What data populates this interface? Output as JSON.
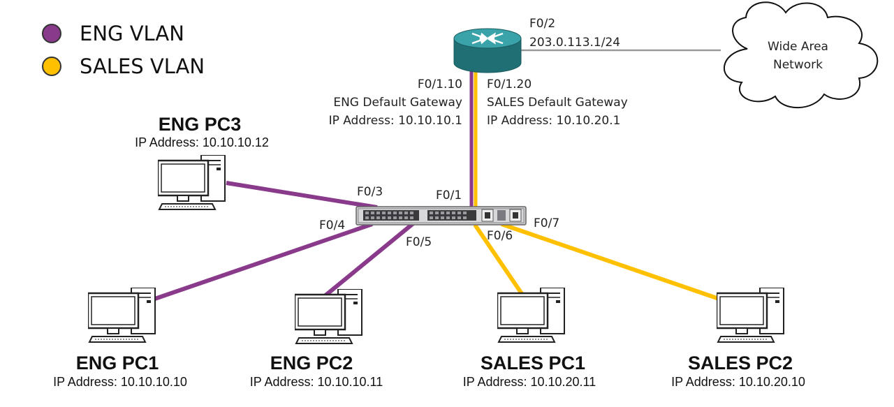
{
  "legend": {
    "items": [
      {
        "label": "ENG VLAN",
        "color": "#8a3a8a"
      },
      {
        "label": "SALES VLAN",
        "color": "#ffc000"
      }
    ]
  },
  "router": {
    "wan_port": "F0/2",
    "wan_ip": "203.0.113.1/24",
    "eng_subif": "F0/1.10",
    "eng_gateway": "ENG Default Gateway",
    "eng_ip": "IP Address: 10.10.10.1",
    "sales_subif": "F0/1.20",
    "sales_gateway": "SALES Default Gateway",
    "sales_ip": "IP Address: 10.10.20.1"
  },
  "wan": {
    "line1": "Wide Area",
    "line2": "Network"
  },
  "switch": {
    "ports": {
      "f01": "F0/1",
      "f03": "F0/3",
      "f04": "F0/4",
      "f05": "F0/5",
      "f06": "F0/6",
      "f07": "F0/7"
    }
  },
  "pcs": {
    "eng_pc3": {
      "name": "ENG PC3",
      "ip": "IP Address: 10.10.10.12"
    },
    "eng_pc1": {
      "name": "ENG PC1",
      "ip": "IP Address: 10.10.10.10"
    },
    "eng_pc2": {
      "name": "ENG PC2",
      "ip": "IP Address: 10.10.10.11"
    },
    "sales_pc1": {
      "name": "SALES PC1",
      "ip": "IP Address: 10.10.20.11"
    },
    "sales_pc2": {
      "name": "SALES PC2",
      "ip": "IP Address: 10.10.20.10"
    }
  },
  "colors": {
    "eng": "#8a3a8a",
    "sales": "#ffc000",
    "wan_link": "#999999",
    "router_body": "#2b8b90"
  }
}
